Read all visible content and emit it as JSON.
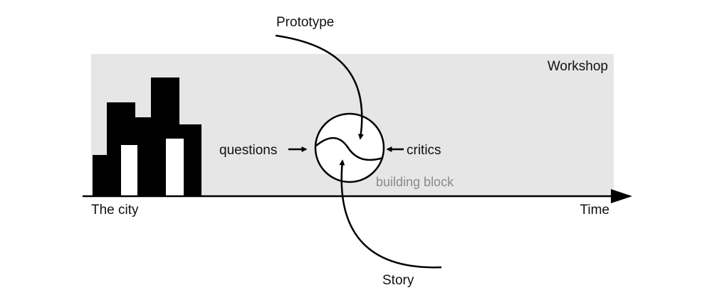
{
  "labels": {
    "prototype": "Prototype",
    "workshop": "Workshop",
    "questions": "questions",
    "critics": "critics",
    "building_block": "building block",
    "the_city": "The city",
    "time": "Time",
    "story": "Story"
  },
  "colors": {
    "workshop_band": "#e6e6e6",
    "ink": "#000000",
    "secondary_text": "#8a8a8a"
  }
}
